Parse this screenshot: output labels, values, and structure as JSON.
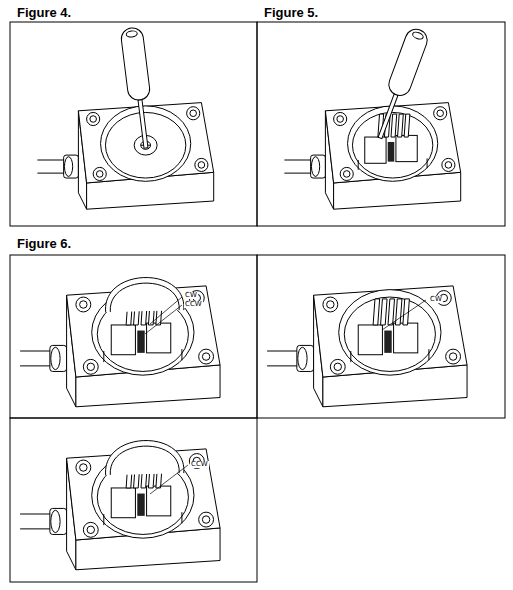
{
  "diagram": {
    "labels": [
      "Figure 4.",
      "Figure 5.",
      "Figure 6.",
      "CW",
      "CCW",
      "CW",
      "CCW"
    ]
  }
}
